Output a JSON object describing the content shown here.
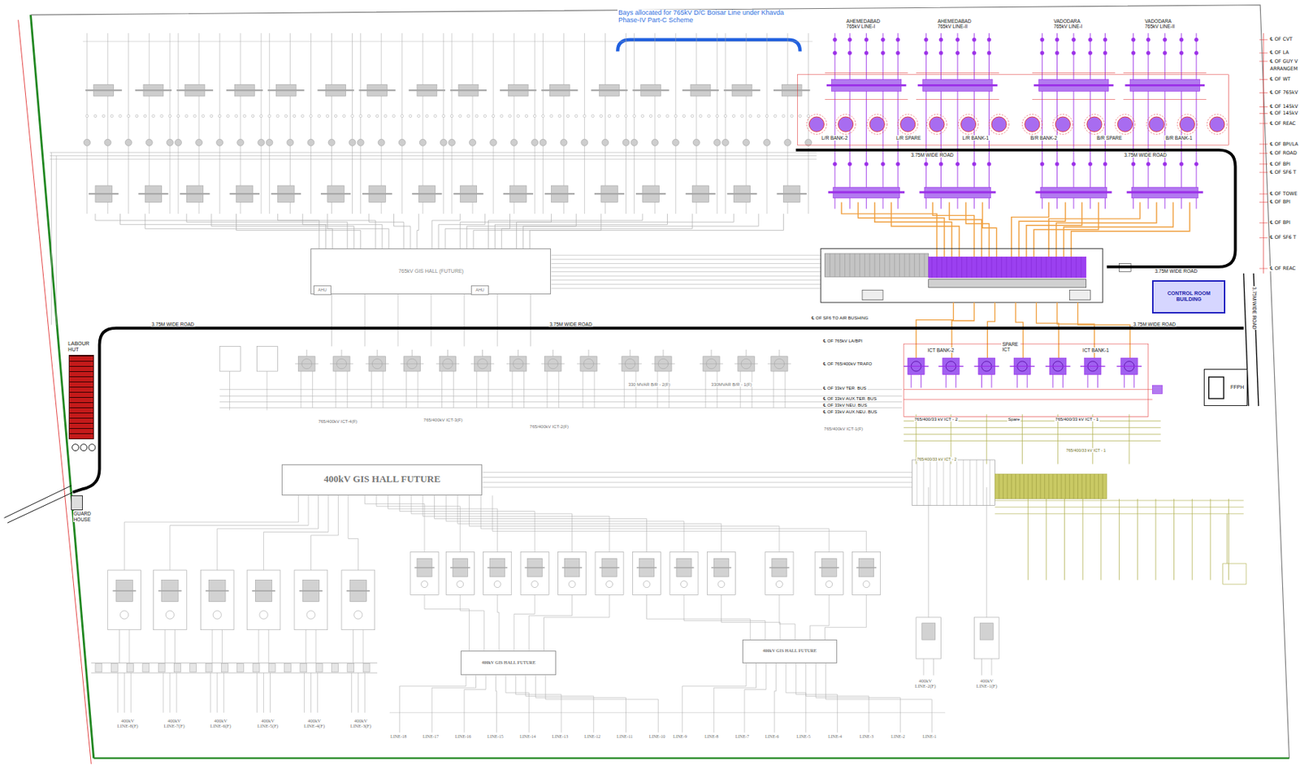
{
  "diagram": {
    "nodes": [
      {
        "text": [
          "765kV GIS HALL (FUTURE)"
        ]
      },
      {
        "text": [
          "AHU"
        ],
        "in": 0
      },
      {
        "text": [
          "AHU"
        ],
        "in": 0
      },
      {
        "text": [
          "CONTROL ROOM BUILDING"
        ]
      },
      {
        "text": [
          "LABOUR HUT"
        ]
      },
      {
        "text": [
          "GUARD HOUSE"
        ]
      },
      {
        "text": [
          "FFPH"
        ]
      },
      {
        "text": [
          "400kV GIS HALL FUTURE"
        ]
      },
      {
        "text": [
          "400kV GIS HALL FUTURE"
        ]
      },
      {
        "text": [
          "400kV GIS HALL FUTURE"
        ]
      }
    ],
    "labels": [
      "Bays allocated for 765kV D/C Boisar Line under Khavda Phase-IV Part-C Scheme",
      "AHEMEDABAD 765kV LINE-I",
      "AHEMEDABAD 765kV LINE-II",
      "VADODARA 765kV LINE-I",
      "VADODARA 765kV LINE-II",
      "℄ OF CVT",
      "℄ OF LA",
      "℄ OF GUY V",
      "ARRANGEM",
      "℄ OF WT",
      "℄ OF 765kV",
      "℄ OF 145kV",
      "℄ OF 145kV",
      "℄ OF REAC",
      "℄ OF BPI/LA",
      "℄ OF ROAD",
      "℄ OF BPI",
      "℄ OF SF6 T",
      "℄ OF TOWE",
      "℄ OF BPI",
      "℄ OF BPI",
      "℄ OF SF6 T",
      "℄ OF REAC",
      "L/R BANK-2",
      "L/R SPARE",
      "L/R BANK-1",
      "B/R BANK-2",
      "B/R SPARE",
      "B/R BANK-1",
      "3.75M WIDE ROAD",
      "3.75M WIDE ROAD",
      "3.75M WIDE ROAD",
      "3.75M WIDE ROAD",
      "3.75M WIDE ROAD",
      "3.75M WIDE ROAD",
      "3.75M WIDE ROAD",
      "℄ OF SF6 TO AIR BUSHING",
      "℄ OF 765kV LA/BPI",
      "℄ OF 765/400kV TRAFO",
      "℄ OF 33kV TER. BUS",
      "℄ OF 33kV AUX.TER. BUS",
      "℄ OF 33kV NEU. BUS",
      "℄ OF 33kV AUX.NEU. BUS",
      "ICT BANK-2",
      "SPARE ICT",
      "ICT BANK-1",
      "765/400/33 kV ICT - 2",
      "Spare",
      "765/400/33 kV ICT - 1",
      "765/400kV ICT-4(F)",
      "765/400kV ICT-3(F)",
      "765/400kV ICT-2(F)",
      "765/400kV ICT-1(F)",
      "330 MVAR B/R - 2(F)",
      "330MVAR B/R - 1(F)",
      "765/400/33 kV ICT - 2",
      "765/400/33 kV ICT - 1",
      "400kV LINE-2(F)",
      "400kV LINE-1(F)",
      "400kV LINE-8(F)",
      "400kV LINE-7(F)",
      "400kV LINE-6(F)",
      "400kV LINE-5(F)",
      "400kV LINE-4(F)",
      "400kV LINE-3(F)",
      "LINE-18",
      "LINE-17",
      "LINE-16",
      "LINE-15",
      "LINE-14",
      "LINE-13",
      "LINE-12",
      "LINE-11",
      "LINE-10",
      "LINE-9",
      "LINE-8",
      "LINE-7",
      "LINE-6",
      "LINE-5",
      "LINE-4",
      "LINE-3",
      "LINE-2",
      "LINE-1"
    ]
  }
}
